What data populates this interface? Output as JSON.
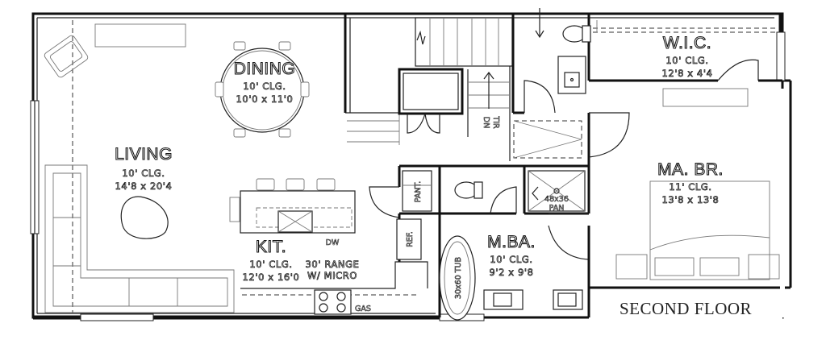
{
  "rooms": {
    "dining": {
      "name": "DINING",
      "ceiling": "10' CLG.",
      "size": "10'0 x 11'0"
    },
    "living": {
      "name": "LIVING",
      "ceiling": "10' CLG.",
      "size": "14'8 x 20'4"
    },
    "wic": {
      "name": "W.I.C.",
      "ceiling": "10' CLG.",
      "size": "12'8 x 4'4"
    },
    "master_bedroom": {
      "name": "MA. BR.",
      "ceiling": "11' CLG.",
      "size": "13'8 x 13'8"
    },
    "kitchen": {
      "name": "KIT.",
      "ceiling": "10' CLG.",
      "size": "12'0 x 16'0"
    },
    "master_bath": {
      "name": "M.BA.",
      "ceiling": "10' CLG.",
      "size": "9'2 x 9'8"
    }
  },
  "labels": {
    "range_line1": "30' RANGE",
    "range_line2": "W/ MICRO",
    "dw": "DW",
    "gas": "GAS",
    "ref": "REF.",
    "pant": "PANT.",
    "tub": "30x60 TUB",
    "shower": "48x36",
    "shower_pan": "PAN",
    "stair_dn": "DN",
    "stair_tir": "TIR"
  },
  "title": "SECOND FLOOR"
}
